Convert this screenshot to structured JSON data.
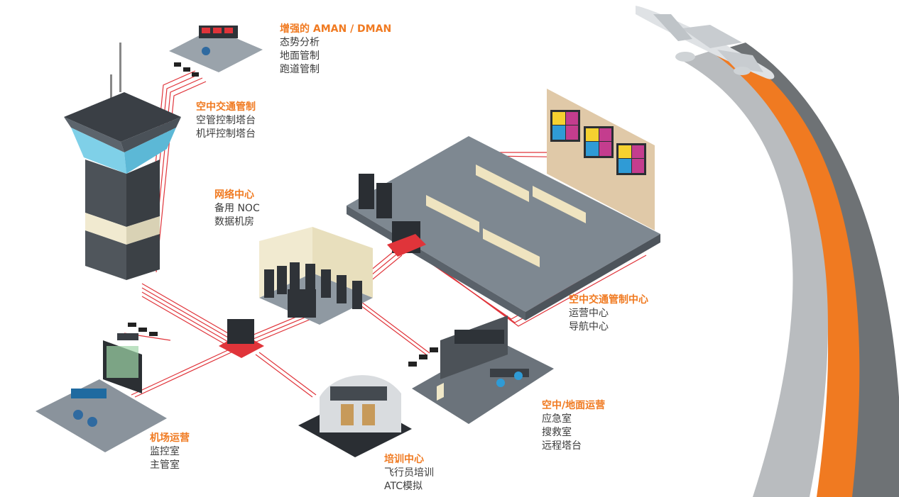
{
  "colors": {
    "accent": "#f07a21",
    "link_red": "#e0343a",
    "text": "#3b3b3b",
    "floor": "#8a939c",
    "arc_gray": "#b9bcbf",
    "arc_dark": "#6e7275"
  },
  "labels": {
    "aman": {
      "title": "增强的 AMAN / DMAN",
      "lines": [
        "态势分析",
        "地面管制",
        "跑道管制"
      ]
    },
    "atc": {
      "title": "空中交通管制",
      "lines": [
        "空管控制塔台",
        "机坪控制塔台"
      ]
    },
    "noc": {
      "title": "网络中心",
      "lines": [
        "备用 NOC",
        "数据机房"
      ]
    },
    "atcc": {
      "title": "空中交通管制中心",
      "lines": [
        "运营中心",
        "导航中心"
      ]
    },
    "airground": {
      "title": "空中/地面运营",
      "lines": [
        "应急室",
        "搜救室",
        "远程塔台"
      ]
    },
    "airport": {
      "title": "机场运营",
      "lines": [
        "监控室",
        "主管室"
      ]
    },
    "training": {
      "title": "培训中心",
      "lines": [
        "飞行员培训",
        "ATC模拟"
      ]
    }
  },
  "icons": [
    "control-tower-icon",
    "airplane-icon",
    "server-rack-icon",
    "network-switch-icon",
    "video-wall-icon",
    "workstation-icon",
    "flight-simulator-icon"
  ]
}
